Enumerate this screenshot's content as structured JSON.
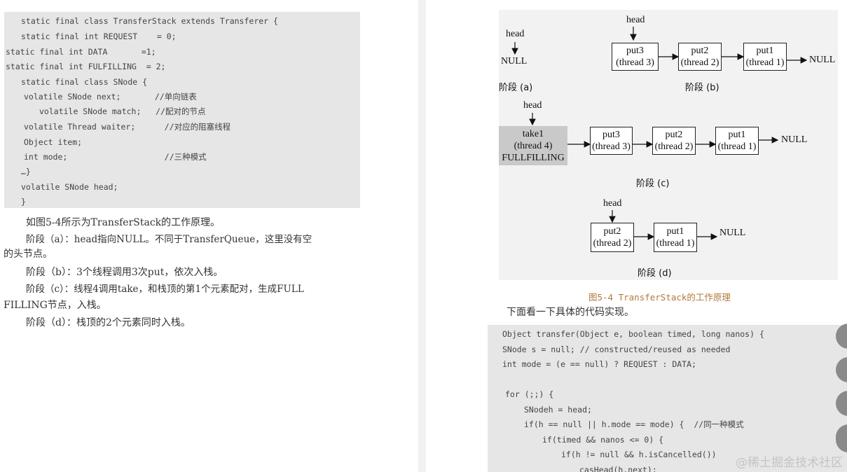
{
  "left_page": {
    "code_lines": [
      "static final class TransferStack extends Transferer {",
      "static final int REQUEST    = 0;",
      "static final int DATA       =1;",
      "static final int FULFILLING  = 2;",
      "static final class SNode {",
      "volatile SNode next;       //单向链表",
      "volatile SNode match;   //配对的节点",
      "volatile Thread waiter;      //对应的阻塞线程",
      "Object item;",
      "int mode;                    //三种模式",
      "…}",
      "volatile SNode head;",
      "}"
    ],
    "paragraphs": [
      "如图5-4所示为TransferStack的工作原理。",
      "阶段（a）：head指向NULL。不同于TransferQueue，这里没有空",
      "的头节点。",
      "阶段（b）：3个线程调用3次put，依次入栈。",
      "阶段（c）：线程4调用take，和栈顶的第1个元素配对，生成FULL",
      "FILLING节点，入栈。",
      "阶段（d）：栈顶的2个元素同时入栈。"
    ]
  },
  "figure": {
    "head": "head",
    "null": "NULL",
    "stage_a": "阶段 (a)",
    "stage_b": "阶段 (b)",
    "stage_c": "阶段 (c)",
    "stage_d": "阶段 (d)",
    "put1": {
      "name": "put1",
      "thread": "(thread 1)"
    },
    "put2": {
      "name": "put2",
      "thread": "(thread 2)"
    },
    "put3": {
      "name": "put3",
      "thread": "(thread 3)"
    },
    "take1": {
      "name": "take1",
      "thread": "(thread 4)",
      "mode": "FULLFILLING"
    },
    "caption": "图5-4 TransferStack的工作原理"
  },
  "right_page": {
    "intro": "下面看一下具体的代码实现。",
    "code_lines": [
      "Object transfer(Object e, boolean timed, long nanos) {",
      "SNode s = null; // constructed/reused as needed",
      "int mode = (e == null) ? REQUEST : DATA;",
      "",
      "for (;;) {",
      "SNodeh = head;",
      "if(h == null || h.mode == mode) {  //同一种模式",
      "if(timed && nanos <= 0) {",
      "if(h != null && h.isCancelled())",
      "casHead(h.next);"
    ]
  },
  "watermark": "@稀土掘金技术社区"
}
